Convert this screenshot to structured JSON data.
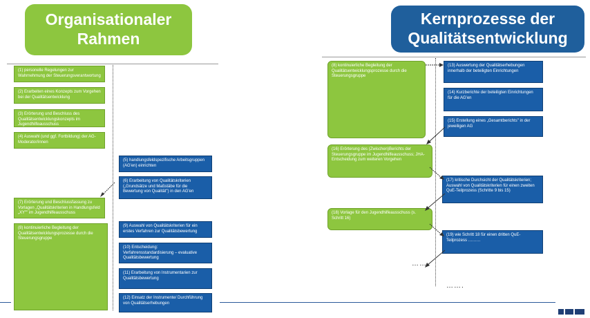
{
  "headers": {
    "left": {
      "line1": "Organisationaler",
      "line2": "Rahmen",
      "color": "#8dc63f"
    },
    "right": {
      "line1": "Kernprozesse der",
      "line2": "Qualitätsentwicklung",
      "color": "#1f5f9c"
    }
  },
  "left_column": {
    "green_boxes": [
      "(1) personelle Regelungen zur Wahrnehmung der Steuerungsverantwortung",
      "(2) Erarbeiten eines Konzepts zum Vorgehen bei der Qualitätsentwicklung",
      "(3) Erörterung und Beschluss des Qualitätsentwicklungskonzepts im Jugendhilfeausschuss",
      "(4) Auswahl (und ggf. Fortbildung) der AG-Moderator/innen",
      "(7) Erörterung und Beschlussfassung zu Vorlagen „Qualitätskriterien in Handlungsfeld „XY\"\" im Jugendhilfeausschuss",
      "(8) kontinuierliche Begleitung der Qualitätsentwicklungsprozesse durch die Steuerungsgruppe"
    ],
    "blue_boxes": [
      "(5) handlungsfeldspezifische Arbeitsgruppen (AG'en) einrichten",
      "(6) Erarbeitung von Qualitätskriterien („Grundsätze und Maßstäbe für die Bewertung von Qualität\") in den AG'en",
      "(9) Auswahl von Qualitätskriterien für ein erstes Verfahren zur Qualitätsbewertung",
      "(10) Entscheidung: Verfahrensstandardisierung – evaluative Qualitätsbewertung",
      "(11) Erarbeitung von Instrumentarien zur Qualitätsbewertung",
      "(12) Einsatz der Instrumente/ Durchführung von Qualitätserhebungen"
    ]
  },
  "right_column": {
    "green_boxes": [
      "(8) kontinuierliche Begleitung der Qualitätsentwicklungsprozesse durch die Steuerungsgruppe",
      "(16) Erörterung des (Zwischen)Berichts der Steuerungsgruppe im Jugendhilfeausschuss; JHA-Entscheidung zum weiteren Vorgehen",
      "(18) Vorlage für den Jugendhilfeausschuss (s. Schritt 16)"
    ],
    "blue_boxes": [
      "(13) Auswertung der Qualitätserhebungen innerhalb der beteiligten Einrichtungen",
      "(14) Kurzberichte der beteiligten Einrichtungen für die AG'en",
      "(15) Erstellung eines „Gesamtberichts\" in der jeweiligen AG",
      "(17) kritische Durchsicht der Qualitätskriterien; Auswahl von Qualitätskriterien für einen zweiten QuE-Teilprozess (Schritte 9 bis 15)",
      "(19) wie Schritt 18 für einen dritten QuE-Teilprozess ………"
    ],
    "dots_left": "…….",
    "dots_bottom": "……."
  },
  "colors": {
    "green": "#8dc63f",
    "blue": "#1a5ea8",
    "line_blue": "#2a5a9a"
  }
}
